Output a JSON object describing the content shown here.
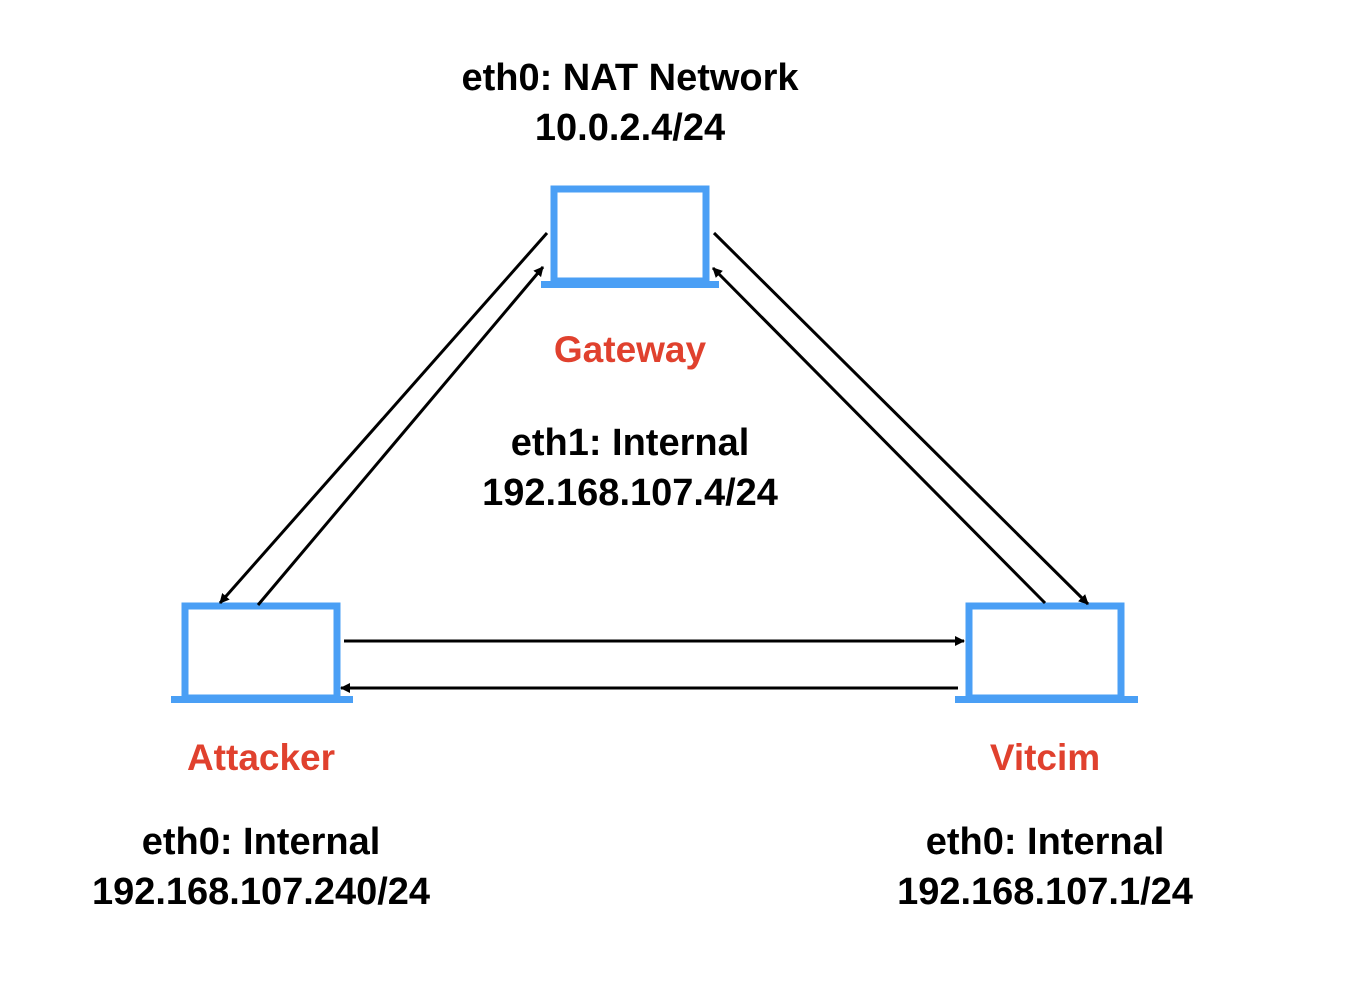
{
  "colors": {
    "device_stroke": "#4A9FF5",
    "device_name": "#E0412E",
    "arrow": "#000000",
    "text": "#000000"
  },
  "nodes": {
    "gateway": {
      "name": "Gateway",
      "icon": "laptop-icon",
      "iface_line1": "eth0: NAT Network",
      "iface_line2": "10.0.2.4/24",
      "iface2_line1": "eth1: Internal",
      "iface2_line2": "192.168.107.4/24"
    },
    "attacker": {
      "name": "Attacker",
      "icon": "laptop-icon",
      "iface_line1": "eth0: Internal",
      "iface_line2": "192.168.107.240/24"
    },
    "victim": {
      "name": "Vitcim",
      "icon": "laptop-icon",
      "iface_line1": "eth0: Internal",
      "iface_line2": "192.168.107.1/24"
    }
  },
  "links": [
    {
      "from": "gateway",
      "to": "attacker"
    },
    {
      "from": "attacker",
      "to": "gateway"
    },
    {
      "from": "gateway",
      "to": "victim"
    },
    {
      "from": "victim",
      "to": "gateway"
    },
    {
      "from": "attacker",
      "to": "victim"
    },
    {
      "from": "victim",
      "to": "attacker"
    }
  ]
}
